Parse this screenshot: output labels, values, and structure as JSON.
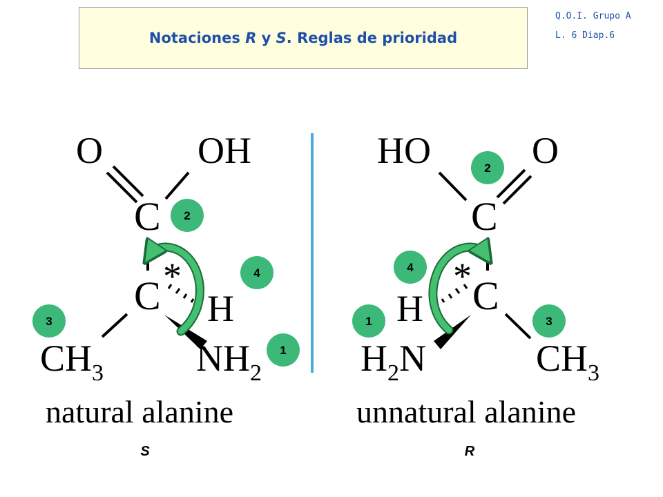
{
  "header": {
    "title_part1": "Notaciones ",
    "title_R": "R",
    "title_part2": " y ",
    "title_S": "S",
    "title_part3": ". Reglas de prioridad",
    "ref_line1": "Q.O.I. Grupo A",
    "ref_line2": "L. 6  Diap.6"
  },
  "left": {
    "top_left_group": "O",
    "top_right_group": "OH",
    "upper_carbon": "C",
    "stereo_carbon": "C",
    "asterisk": "*",
    "hydrogen": "H",
    "methyl_main": "CH",
    "methyl_sub": "3",
    "amino_main": "NH",
    "amino_sub": "2",
    "caption": "natural alanine",
    "configuration": "S",
    "priority_cooh": "2",
    "priority_h": "4",
    "priority_ch3": "3",
    "priority_nh2": "1"
  },
  "right": {
    "top_left_group": "HO",
    "top_right_group": "O",
    "upper_carbon": "C",
    "stereo_carbon": "C",
    "asterisk": "*",
    "hydrogen": "H",
    "amino_main": "H",
    "amino_sub": "2",
    "amino_end": "N",
    "methyl_main": "CH",
    "methyl_sub": "3",
    "caption": "unnatural alanine",
    "configuration": "R",
    "priority_cooh": "2",
    "priority_h": "4",
    "priority_nh2": "1",
    "priority_ch3": "3"
  },
  "colors": {
    "title_text": "#1e4ea8",
    "title_box": "#ffffe0",
    "priority_badge": "#3cb878",
    "mirror_line": "#4aa8e0",
    "arrow_fill": "#44c070"
  }
}
